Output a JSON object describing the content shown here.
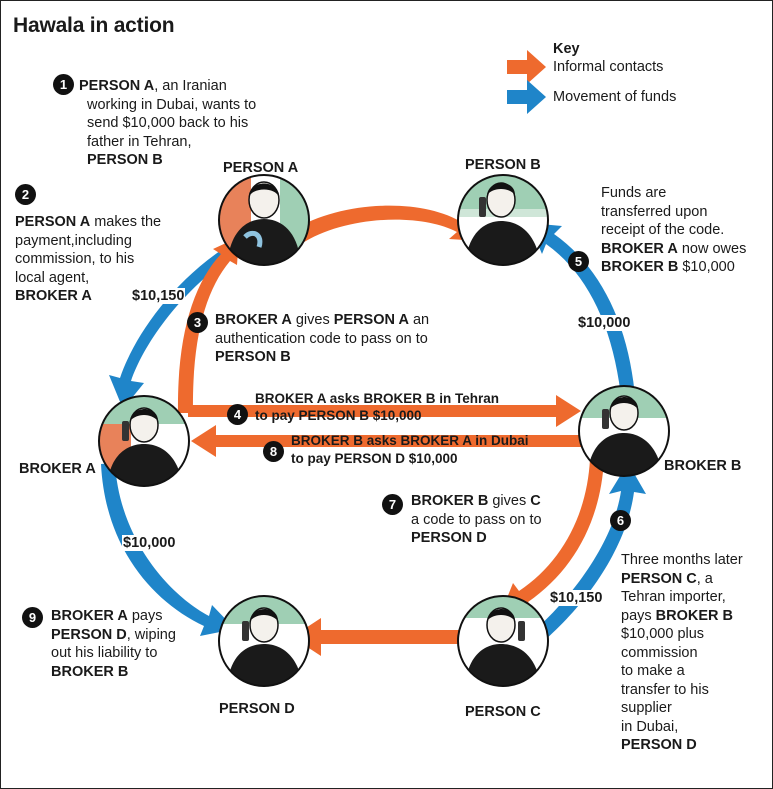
{
  "title": "Hawala in action",
  "key": {
    "heading": "Key",
    "informal": "Informal contacts",
    "funds": "Movement of funds"
  },
  "colors": {
    "informal": "#ee6a2e",
    "funds": "#1f85c9",
    "skin": "#e8825a",
    "backdrop": "#9fcfb4"
  },
  "people": {
    "person_a": "PERSON A",
    "person_b": "PERSON B",
    "broker_a": "BROKER A",
    "broker_b": "BROKER B",
    "person_c": "PERSON C",
    "person_d": "PERSON D"
  },
  "amounts": {
    "a1": "$10,150",
    "a2": "$10,000",
    "a3": "$10,000",
    "a4": "$10,150"
  },
  "steps": {
    "s1": {
      "num": "1",
      "b1": "PERSON A",
      "t1": ", an Iranian",
      "t2": "working in Dubai, wants to",
      "t3": "send $10,000 back to his",
      "t4": "father in Tehran,",
      "b2": "PERSON B"
    },
    "s2": {
      "num": "2",
      "b1": "PERSON A",
      "t1": " makes the",
      "t2": "payment,including",
      "t3": "commission, to his",
      "t4": "local agent,",
      "b2": "BROKER A"
    },
    "s3": {
      "num": "3",
      "b1": "BROKER A",
      "t1": " gives ",
      "b2": "PERSON A",
      "t2": " an",
      "t3": "authentication code to pass on to",
      "b3": "PERSON B"
    },
    "s4": {
      "num": "4",
      "l1": "BROKER A asks BROKER B in Tehran",
      "l2": "to pay PERSON B $10,000"
    },
    "s5": {
      "num": "5",
      "t1": "Funds are",
      "t2": "transferred upon",
      "t3": "receipt of the code.",
      "b1": "BROKER A",
      "t4": " now owes",
      "b2": "BROKER B",
      "t5": " $10,000"
    },
    "s6": {
      "num": "6",
      "t1": "Three months later",
      "b1": "PERSON C",
      "t2": ", a",
      "t3": "Tehran importer,",
      "t4": "pays ",
      "b2": "BROKER B",
      "t5": "$10,000 plus",
      "t6": "commission",
      "t7": "to make a",
      "t8": "transfer to his",
      "t9": "supplier",
      "t10": "in Dubai,",
      "b3": "PERSON D"
    },
    "s7": {
      "num": "7",
      "b1": "BROKER B",
      "t1": " gives ",
      "b2": "C",
      "t2": "a  code to pass on to",
      "b3": "PERSON D"
    },
    "s8": {
      "num": "8",
      "l1": "BROKER B asks BROKER A in Dubai",
      "l2": "to pay PERSON D $10,000"
    },
    "s9": {
      "num": "9",
      "b1": "BROKER A",
      "t1": " pays",
      "b2": "PERSON D",
      "t2": ", wiping",
      "t3": "out his liability to",
      "b3": "BROKER B"
    }
  }
}
